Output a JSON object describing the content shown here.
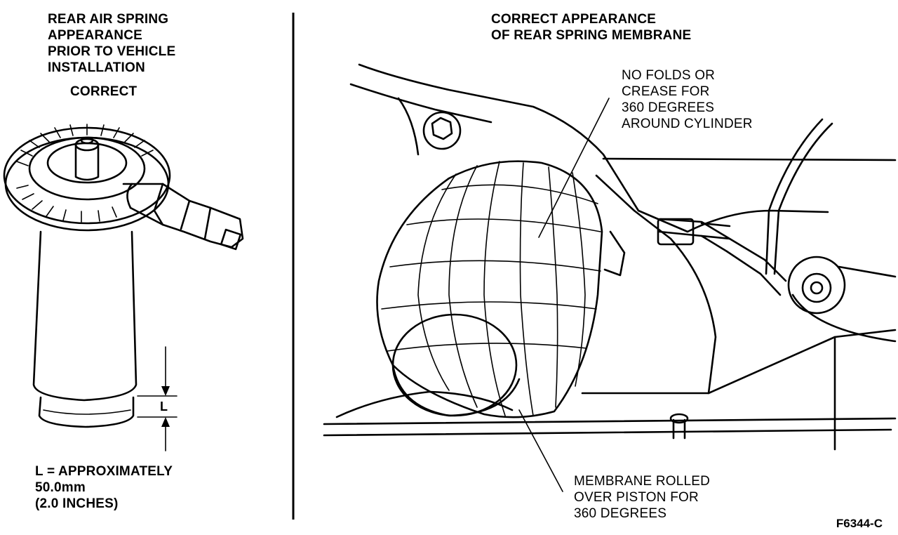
{
  "left_panel": {
    "heading_lines": [
      "REAR AIR SPRING",
      "APPEARANCE",
      "PRIOR TO VEHICLE",
      "INSTALLATION"
    ],
    "status": "CORRECT",
    "dimension_letter": "L",
    "measurement_lines": [
      "L = APPROXIMATELY",
      "50.0mm",
      "(2.0 INCHES)"
    ]
  },
  "right_panel": {
    "heading_lines": [
      "CORRECT APPEARANCE",
      "OF REAR SPRING MEMBRANE"
    ],
    "callout_top_lines": [
      "NO FOLDS OR",
      "CREASE FOR",
      "360 DEGREES",
      "AROUND CYLINDER"
    ],
    "callout_bottom_lines": [
      "MEMBRANE ROLLED",
      "OVER PISTON FOR",
      "360 DEGREES"
    ]
  },
  "figure_id": "F6344-C"
}
